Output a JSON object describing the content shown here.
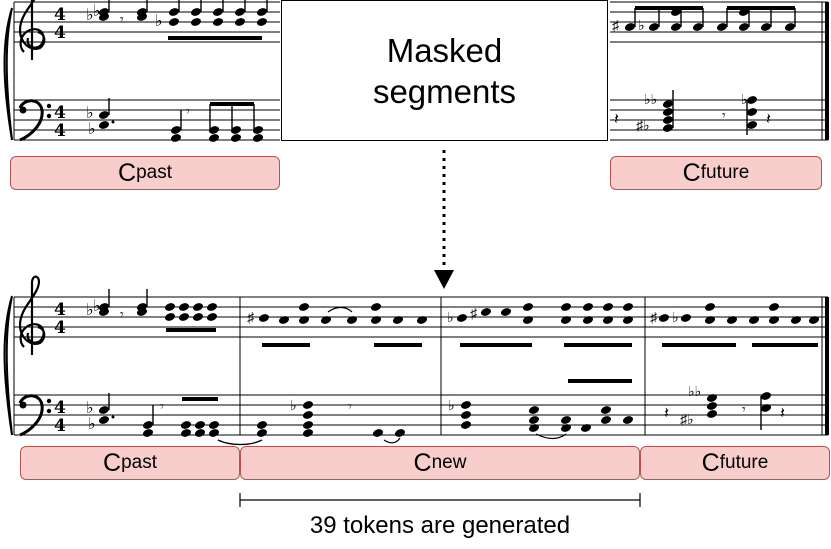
{
  "mask_label": "Masked\nsegments",
  "top_labels": {
    "past": {
      "main": "C",
      "sub": "past"
    },
    "future": {
      "main": "C",
      "sub": "future"
    }
  },
  "bottom_labels": {
    "past": {
      "main": "C",
      "sub": "past"
    },
    "new": {
      "main": "C",
      "sub": "new"
    },
    "future": {
      "main": "C",
      "sub": "future"
    }
  },
  "time_signature": {
    "top": "4",
    "bottom": "4"
  },
  "caption": "39 tokens are generated",
  "colors": {
    "segment_fill": "#f8cecc",
    "segment_border": "#b85450",
    "ink": "#000000"
  }
}
